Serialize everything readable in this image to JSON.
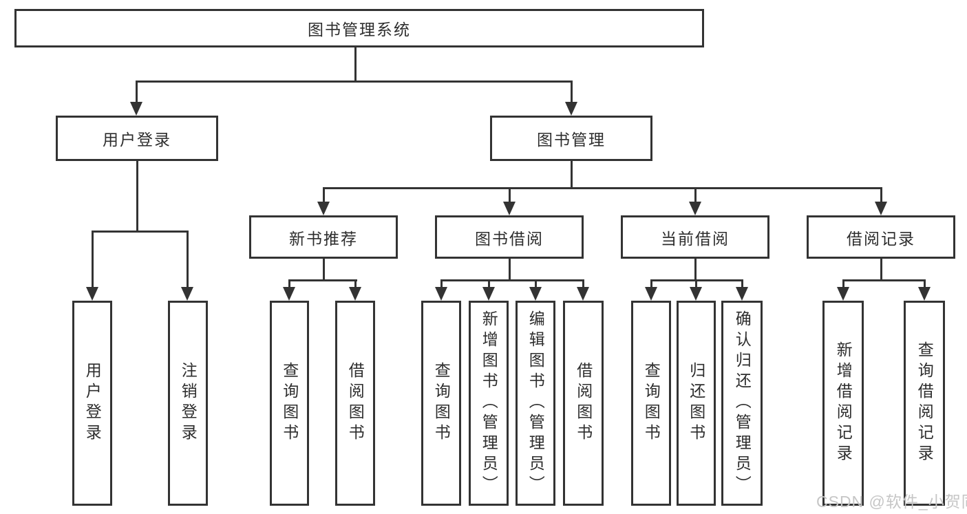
{
  "diagram": {
    "type": "hierarchy-tree",
    "colors": {
      "line": "#333333",
      "box_border": "#333333",
      "box_fill": "#ffffff",
      "text": "#2d2d2d",
      "background": "#ffffff",
      "watermark_text_color": "#c6c6c6"
    },
    "tree": {
      "label": "图书管理系统",
      "children": [
        {
          "label": "用户登录",
          "children": [
            {
              "label": "用户登录"
            },
            {
              "label": "注销登录"
            }
          ]
        },
        {
          "label": "图书管理",
          "children": [
            {
              "label": "新书推荐",
              "children": [
                {
                  "label": "查询图书"
                },
                {
                  "label": "借阅图书"
                }
              ]
            },
            {
              "label": "图书借阅",
              "children": [
                {
                  "label": "查询图书"
                },
                {
                  "label": "新增图书（管理员）"
                },
                {
                  "label": "编辑图书（管理员）"
                },
                {
                  "label": "借阅图书"
                }
              ]
            },
            {
              "label": "当前借阅",
              "children": [
                {
                  "label": "查询图书"
                },
                {
                  "label": "归还图书"
                },
                {
                  "label": "确认归还（管理员）"
                }
              ]
            },
            {
              "label": "借阅记录",
              "children": [
                {
                  "label": "新增借阅记录"
                },
                {
                  "label": "查询借阅记录"
                }
              ]
            }
          ]
        }
      ]
    },
    "watermark": {
      "text": "CSDN @软件_小贺同学"
    }
  }
}
